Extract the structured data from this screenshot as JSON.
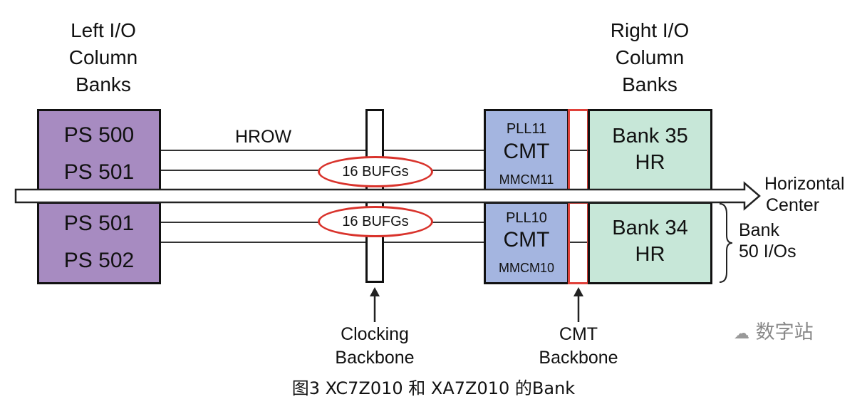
{
  "headings": {
    "left": [
      "Left I/O",
      "Column",
      "Banks"
    ],
    "right": [
      "Right I/O",
      "Column",
      "Banks"
    ]
  },
  "ps_blocks": {
    "top": [
      "PS 500",
      "PS 501"
    ],
    "bottom": [
      "PS 501",
      "PS 502"
    ]
  },
  "hrow_label": "HROW",
  "bufg_labels": [
    "16 BUFGs",
    "16 BUFGs"
  ],
  "cmt_blocks": [
    {
      "pll": "PLL11",
      "title": "CMT",
      "mmcm": "MMCM11"
    },
    {
      "pll": "PLL10",
      "title": "CMT",
      "mmcm": "MMCM10"
    }
  ],
  "banks": [
    {
      "name": "Bank 35",
      "type": "HR"
    },
    {
      "name": "Bank 34",
      "type": "HR"
    }
  ],
  "horizontal_center": [
    "Horizontal",
    "Center"
  ],
  "bank_note": [
    "Bank",
    "50 I/Os"
  ],
  "clocking_backbone": [
    "Clocking",
    "Backbone"
  ],
  "cmt_backbone": [
    "CMT",
    "Backbone"
  ],
  "watermark": "数字站",
  "caption": "图3 XC7Z010 和 XA7Z010 的Bank",
  "colors": {
    "ps": "#a78bc1",
    "cmt": "#a4b5e0",
    "bank": "#c7e7d8",
    "highlight": "#d9332c"
  }
}
